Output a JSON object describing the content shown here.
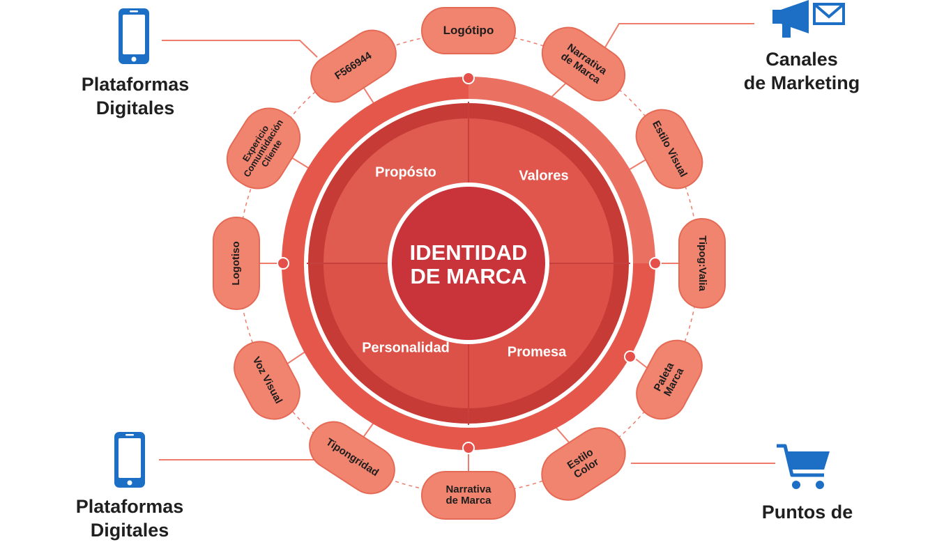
{
  "center": {
    "title": "IDENTIDAD\nDE MARCA"
  },
  "quadrants": {
    "top_left": "Propósto",
    "top_right": "Valores",
    "bottom_left": "Personalidad",
    "bottom_right": "Promesa"
  },
  "outer_items": {
    "top": "Logótipo",
    "top_right_1": "Narrativa\nde Marca",
    "top_right_2": "Estilo Visual",
    "right": "Tipog:Valia",
    "bottom_right_2": "Paleta\nMarca",
    "bottom_right_1": "Estilo\nColor",
    "bottom": "Narrativa\nde Marca",
    "bottom_left_1": "Tipongridad",
    "bottom_left_2": "Voz Visual",
    "left": "Logotiso",
    "top_left_2": "Expericio\nComuntidación\nCliente",
    "top_left_1": "F566944"
  },
  "corners": {
    "top_left": {
      "label": "Plataformas\nDigitales",
      "icon": "smartphone-icon"
    },
    "top_right": {
      "label": "Canales\nde Marketing",
      "icon": "megaphone-icon"
    },
    "bottom_left": {
      "label": "Plataformas\nDigitales",
      "icon": "smartphone-icon"
    },
    "bottom_right": {
      "label": "Puntos de",
      "icon": "shopping-cart-icon"
    }
  },
  "colors": {
    "outer_ring": "#e4574a",
    "inner_ring": "#c73b37",
    "segment_fill": "#e0564c",
    "center_fill": "#c9343a",
    "pill_fill": "#f1846f",
    "connector": "#ef7b6a",
    "icon_blue": "#1c6fc4"
  }
}
